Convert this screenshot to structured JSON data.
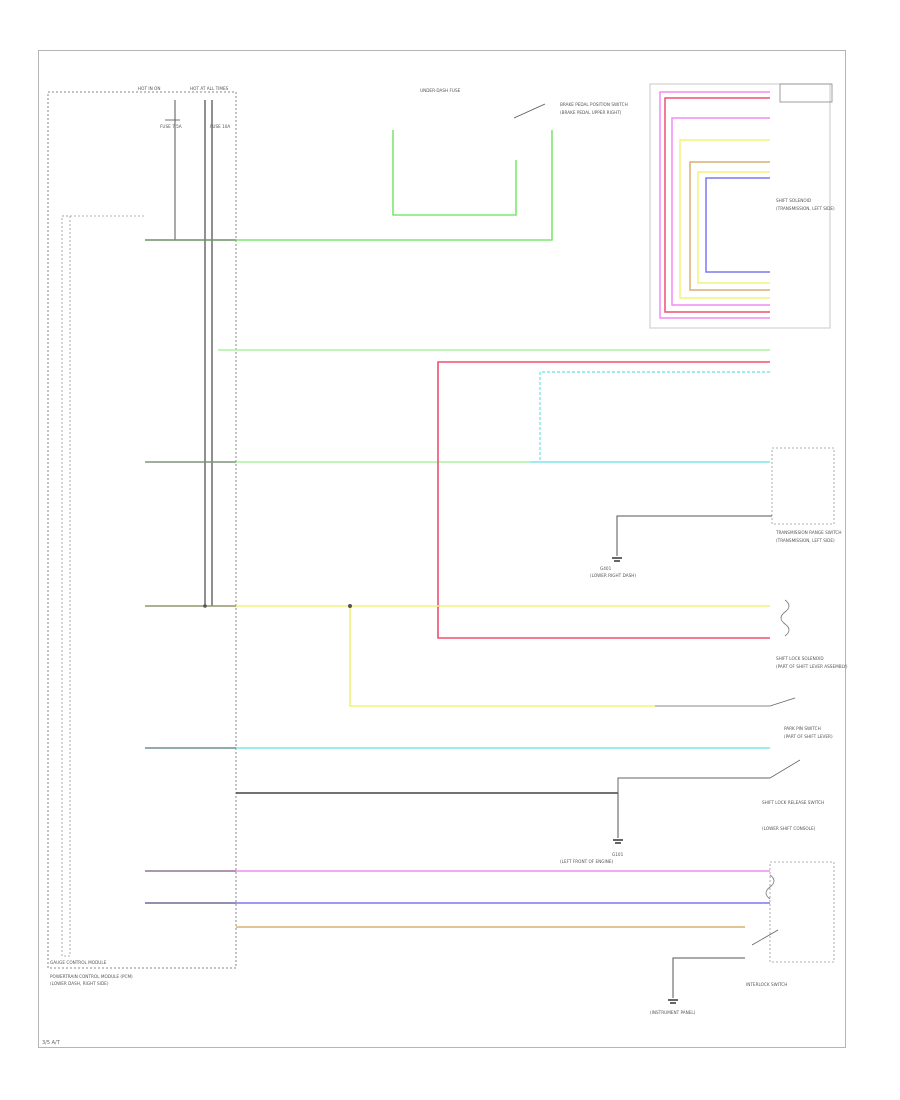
{
  "colors": {
    "green": "#7de86e",
    "light_green": "#aef2a4",
    "cyan": "#7fe6e8",
    "red": "#f0506e",
    "yellow": "#f2f27a",
    "pink": "#f28cf2",
    "blue": "#7a7af2",
    "tan": "#d9b070",
    "gray": "#555555",
    "frame": "#b5b5b5"
  },
  "labels": {
    "stop_fuse": "HOT IN ON",
    "stop_fuse_box": "UNDER-DASH FUSE",
    "hot_run": "HOT AT ALL TIMES",
    "fuse_a": "FUSE 7.5A",
    "fuse_b": "FUSE 10A",
    "brake_sw": "BRAKE PEDAL POSITION SWITCH",
    "brake_sub": "(BRAKE PEDAL UPPER RIGHT)",
    "pcm": "POWERTRAIN CONTROL MODULE (PCM)",
    "pcm_sub": "(LOWER DASH, RIGHT SIDE)",
    "shift_module": "SHIFT SOLENOID",
    "shift_module_sub": "(TRANSMISSION, LEFT SIDE)",
    "shift_lock": "SHIFT LOCK SOLENOID",
    "shift_lock_sub": "(PART OF SHIFT LEVER ASSEMBLY)",
    "park_pin": "PARK PIN SWITCH",
    "park_pin_sub": "(PART OF SHIFT LEVER)",
    "tcm_sensor": "TRANSMISSION RANGE SWITCH",
    "tcm_sensor_sub": "(TRANSMISSION, LEFT SIDE)",
    "g401": "G401",
    "g401_sub": "(LOWER RIGHT DASH)",
    "g101": "G101",
    "g101_sub": "(LEFT FRONT OF ENGINE)",
    "shift_release": "SHIFT LOCK RELEASE SWITCH",
    "shift_release_sub": "(LOWER SHIFT CONSOLE)",
    "interlock": "INTERLOCK SWITCH",
    "bottom_box": "GAUGE CONTROL MODULE",
    "bottom_box_sub": "(INSTRUMENT PANEL)",
    "page_number": "3/5 A/T"
  }
}
